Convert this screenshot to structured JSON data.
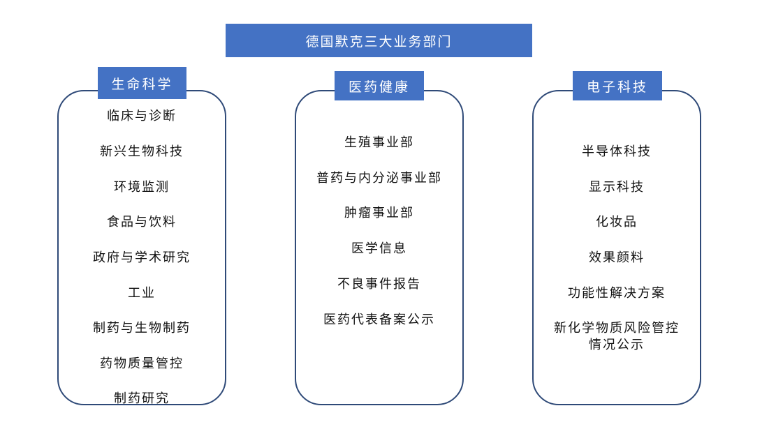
{
  "title": "德国默克三大业务部门",
  "departments": [
    {
      "name": "生命科学",
      "items": [
        "临床与诊断",
        "新兴生物科技",
        "环境监测",
        "食品与饮料",
        "政府与学术研究",
        "工业",
        "制药与生物制药",
        "药物质量管控",
        "制药研究"
      ]
    },
    {
      "name": "医药健康",
      "items": [
        "生殖事业部",
        "普药与内分泌事业部",
        "肿瘤事业部",
        "医学信息",
        "不良事件报告",
        "医药代表备案公示"
      ]
    },
    {
      "name": "电子科技",
      "items": [
        "半导体科技",
        "显示科技",
        "化妆品",
        "效果颜料",
        "功能性解决方案",
        "新化学物质风险管控\n情况公示"
      ]
    }
  ],
  "colors": {
    "header_fill": "#4472c4",
    "panel_border": "#2f4a78"
  }
}
